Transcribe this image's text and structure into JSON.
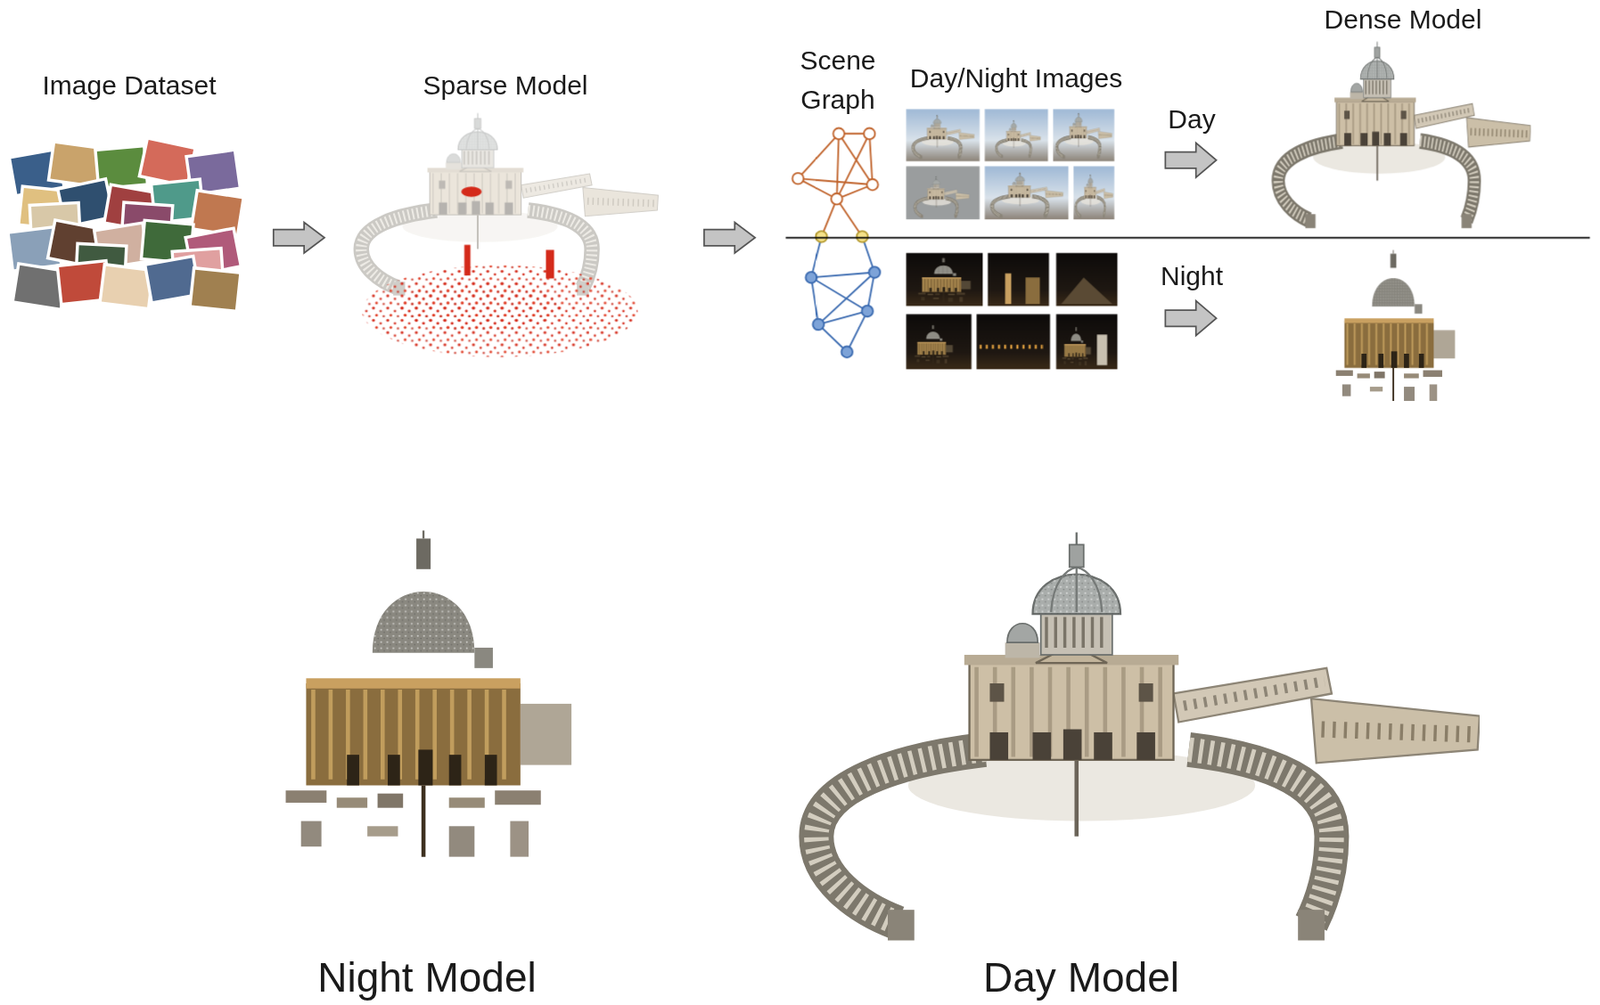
{
  "diagram": {
    "labels": [
      "Image Dataset",
      "Sparse Model",
      "Scene Graph",
      "Day/Night Images",
      "Dense Model",
      "Day",
      "Night",
      "Night Model",
      "Day Model"
    ]
  }
}
